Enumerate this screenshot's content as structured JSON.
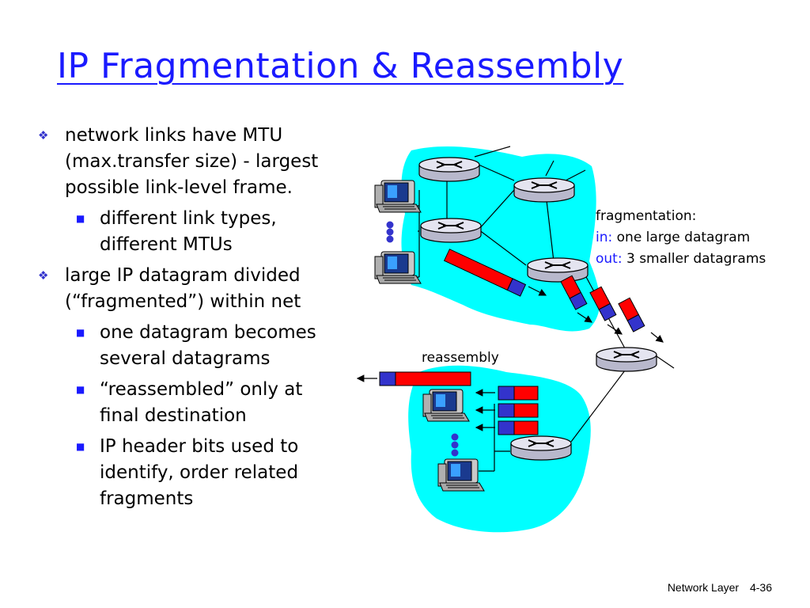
{
  "slide": {
    "title": "IP Fragmentation & Reassembly",
    "bullets": [
      {
        "level": 1,
        "text": "network links have MTU (max.transfer size) - largest possible link-level frame."
      },
      {
        "level": 2,
        "text": "different link types, different MTUs"
      },
      {
        "level": 1,
        "text": "large IP datagram divided (“fragmented”) within net"
      },
      {
        "level": 2,
        "text": "one datagram becomes several datagrams"
      },
      {
        "level": 2,
        "text": "“reassembled” only at final destination"
      },
      {
        "level": 2,
        "text": "IP header bits used to identify, order related fragments"
      }
    ],
    "bullet_icons": {
      "level1": "diamond-bullet-icon",
      "level2": "square-bullet-icon"
    }
  },
  "diagram": {
    "fragmentation_label": "fragmentation:",
    "in_label": "in:",
    "in_text": " one large datagram",
    "out_label": "out:",
    "out_text": " 3 smaller datagrams",
    "reassembly_label": "reassembly",
    "colors": {
      "cloud": "#00ffff",
      "header": "#3333cc",
      "payload": "#ff0000",
      "label_accent": "#1a1aff",
      "router": "#d9d9e8"
    }
  },
  "footer": {
    "section": "Network Layer",
    "page": "4-36"
  }
}
